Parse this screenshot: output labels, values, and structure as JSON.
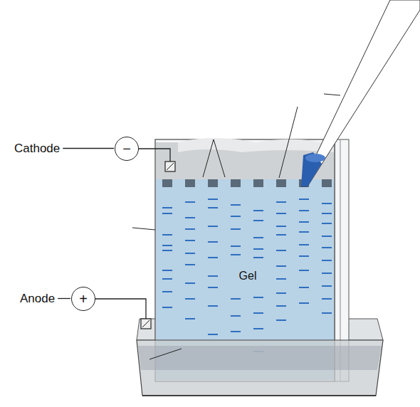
{
  "diagram": {
    "nodes": [
      {
        "text": [
          "Cathode",
          "−"
        ]
      },
      {
        "text": [
          "Anode",
          "+"
        ]
      }
    ],
    "labels": [
      "Gel"
    ]
  }
}
